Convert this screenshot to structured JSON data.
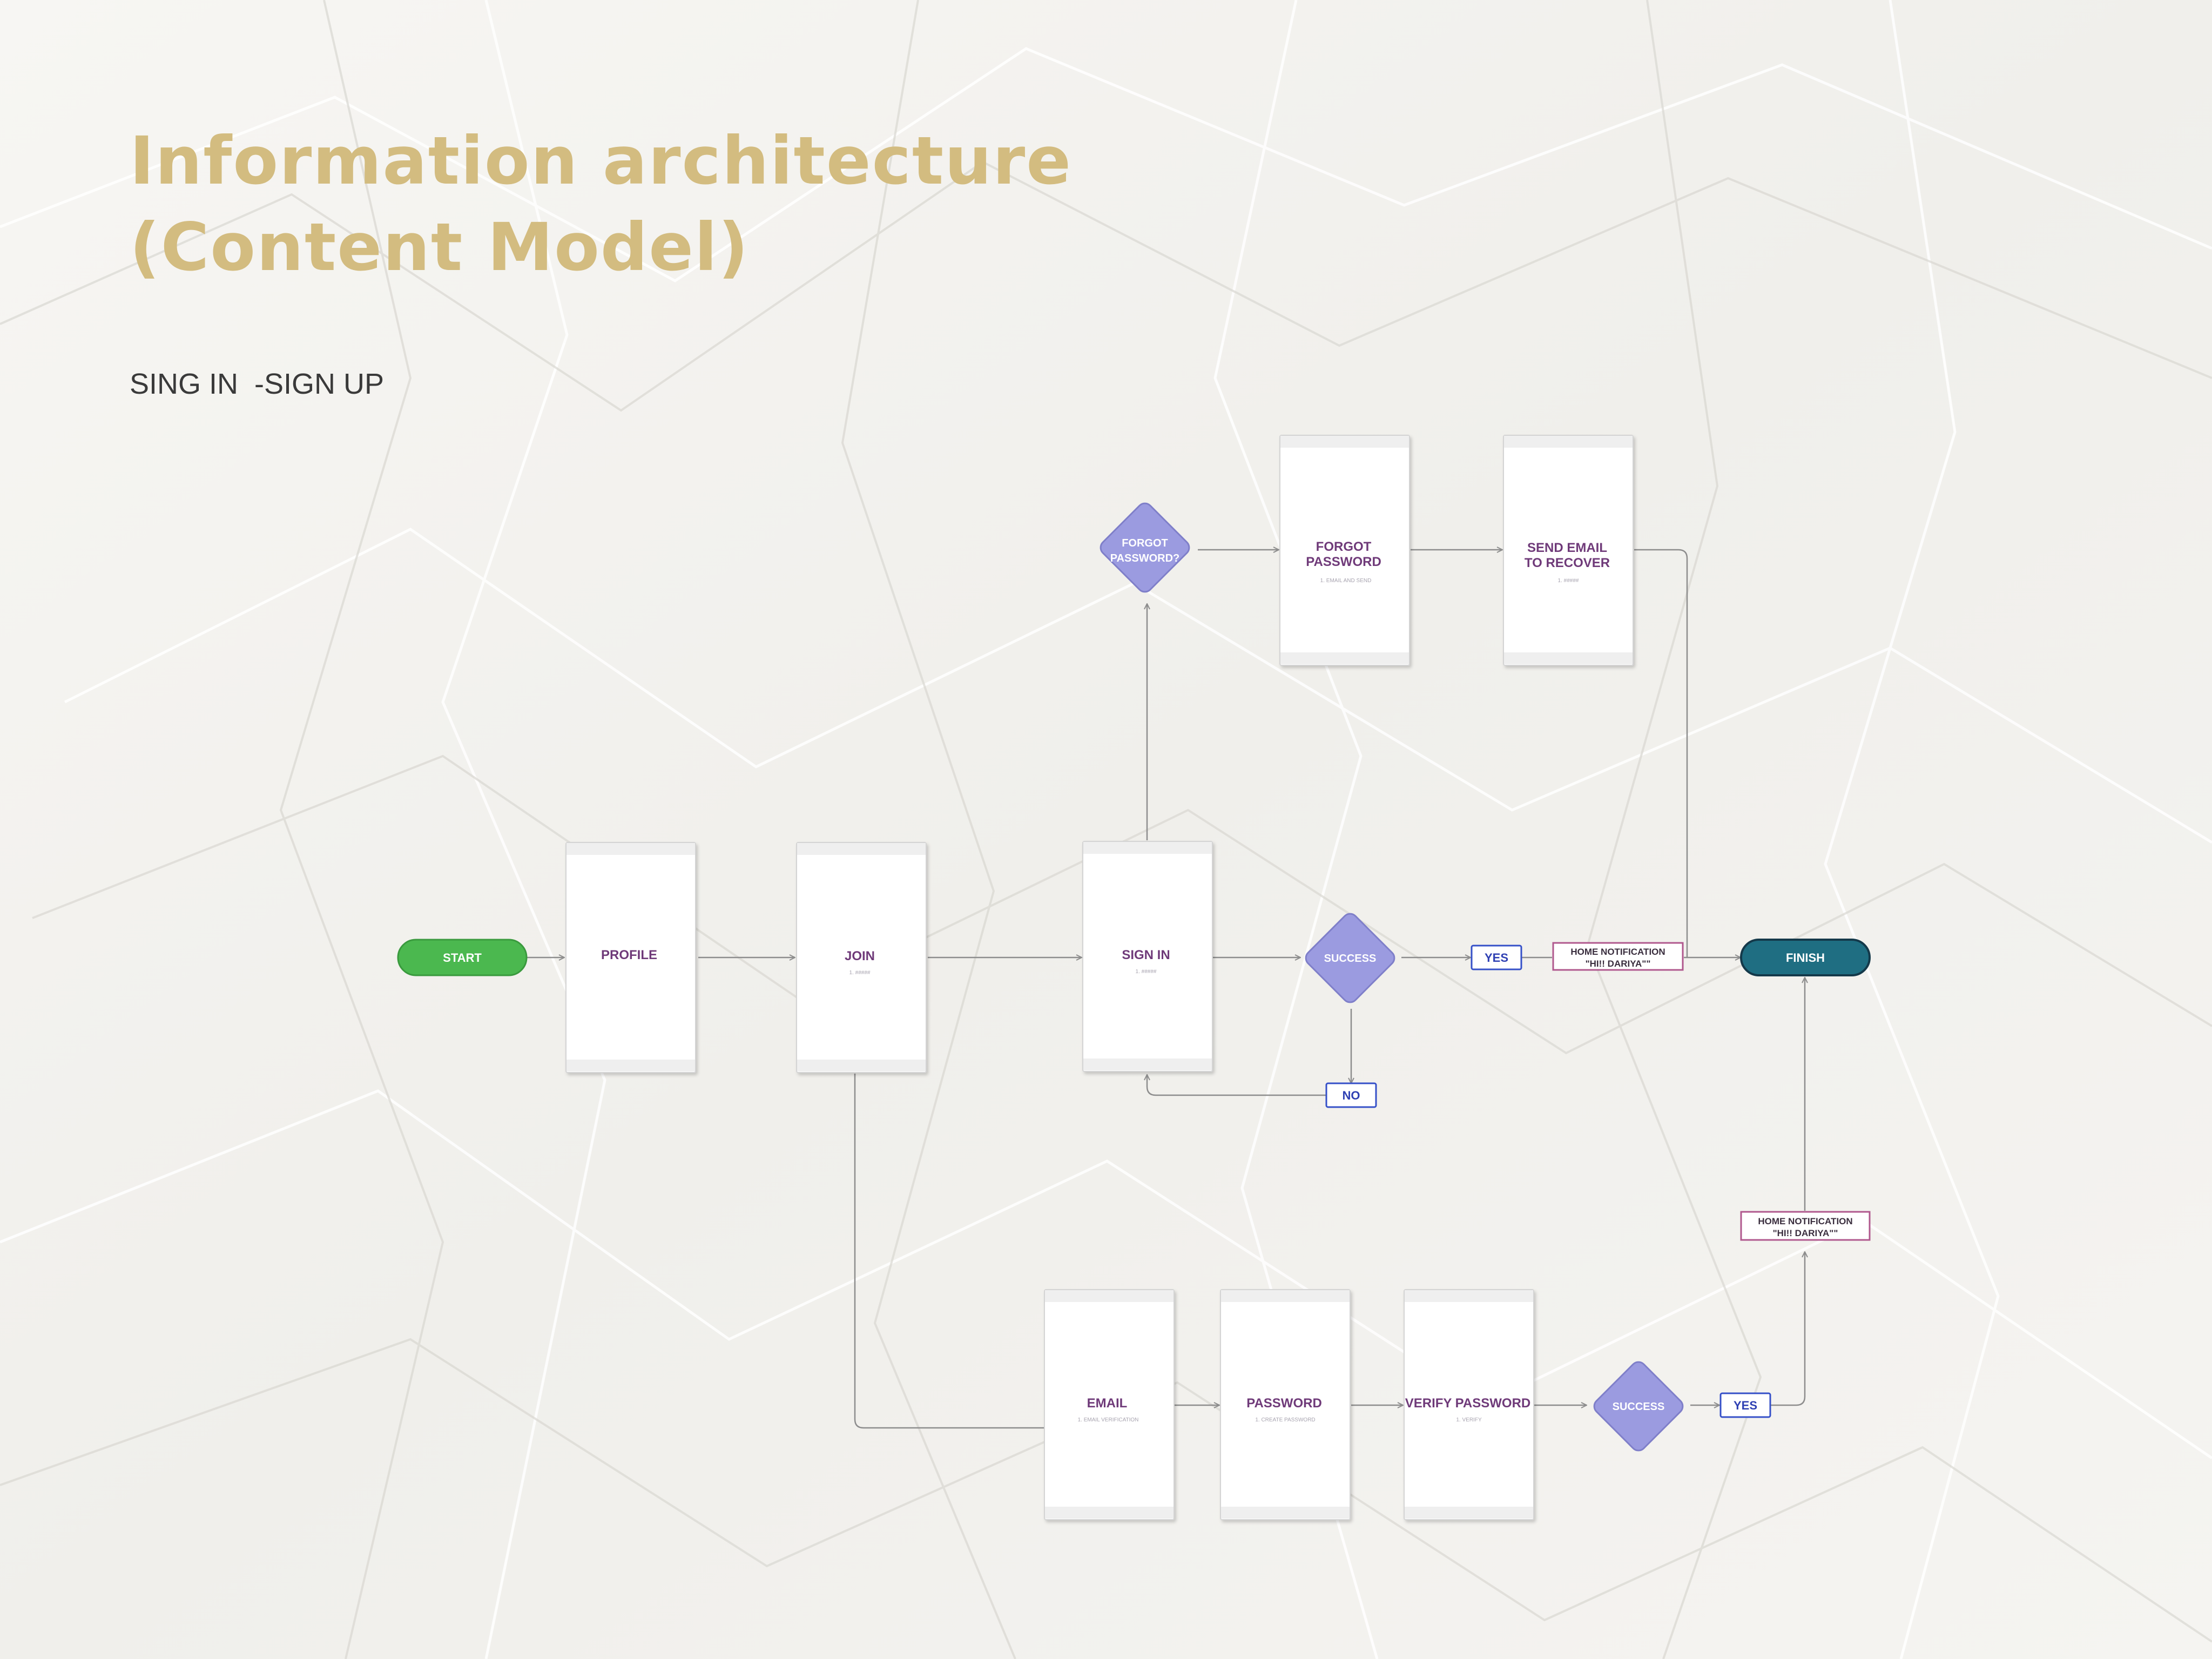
{
  "title": {
    "line1": "Information architecture",
    "line2": "(Content Model)"
  },
  "subtitle": "SING IN  -SIGN UP",
  "colors": {
    "title": "#d3bc80",
    "screen_label": "#6f3a79",
    "start": "#4bb84f",
    "finish": "#1f6e82",
    "decision": "#9b9be0",
    "yes_no_border": "#3550c8",
    "note_border": "#b0588e"
  },
  "nodes": {
    "start": "START",
    "finish": "FINISH",
    "profile": {
      "label": "PROFILE",
      "sub": ""
    },
    "join": {
      "label": "JOIN",
      "sub": "1. #####"
    },
    "signin": {
      "label": "SIGN IN",
      "sub": "1. #####"
    },
    "forgot": {
      "label1": "FORGOT",
      "label2": "PASSWORD",
      "sub": "1. EMAIL AND SEND"
    },
    "send_email": {
      "label1": "SEND EMAIL",
      "label2": "TO RECOVER",
      "sub": "1. #####"
    },
    "email": {
      "label": "EMAIL",
      "sub": "1. EMAIL VERIFICATION"
    },
    "password": {
      "label": "PASSWORD",
      "sub": "1. CREATE PASSWORD"
    },
    "verify": {
      "label": "VERIFY PASSWORD",
      "sub": "1. VERIFY"
    },
    "decision_forgot": {
      "line1": "FORGOT",
      "line2": "PASSWORD?"
    },
    "decision_success_top": "SUCCESS",
    "decision_success_bottom": "SUCCESS",
    "yes_top": "YES",
    "no": "NO",
    "yes_bottom": "YES",
    "note_top": {
      "line1": "HOME  NOTIFICATION",
      "line2": "\"HI!!  DARIYA\"\""
    },
    "note_bottom": {
      "line1": "HOME  NOTIFICATION",
      "line2": "\"HI!!  DARIYA\"\""
    }
  }
}
